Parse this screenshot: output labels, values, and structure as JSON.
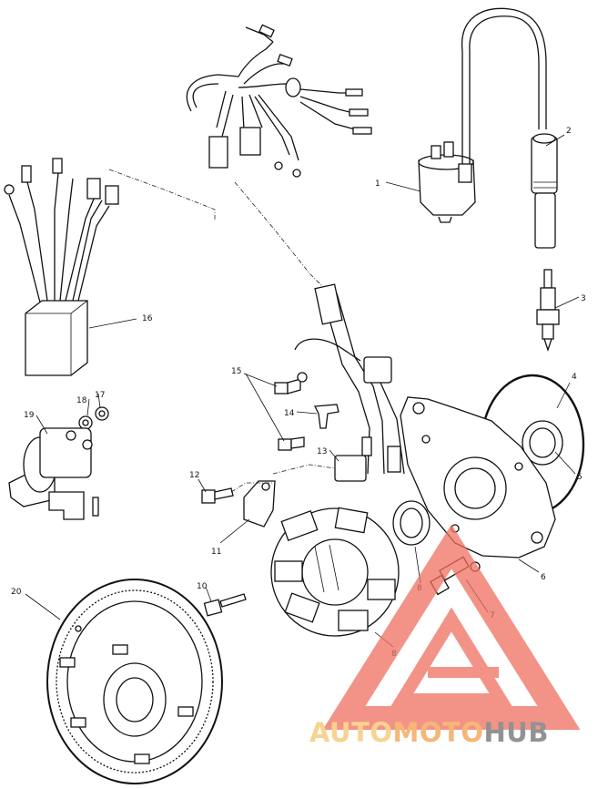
{
  "callouts": [
    {
      "label": "1"
    },
    {
      "label": "2"
    },
    {
      "label": "3"
    },
    {
      "label": "4"
    },
    {
      "label": "5"
    },
    {
      "label": "6"
    },
    {
      "label": "7"
    },
    {
      "label": "8"
    },
    {
      "label": "8"
    },
    {
      "label": "10"
    },
    {
      "label": "11"
    },
    {
      "label": "12"
    },
    {
      "label": "13"
    },
    {
      "label": "14"
    },
    {
      "label": "15"
    },
    {
      "label": "16"
    },
    {
      "label": "17"
    },
    {
      "label": "18"
    },
    {
      "label": "19"
    },
    {
      "label": "20"
    }
  ],
  "watermark": {
    "part_a": "AUTO",
    "part_b": "MOTO",
    "part_c": "HUB",
    "color_a": "#f6c56b",
    "color_b": "#f2a04a",
    "color_c": "#6e6e6e",
    "logo_color": "#f07060"
  }
}
